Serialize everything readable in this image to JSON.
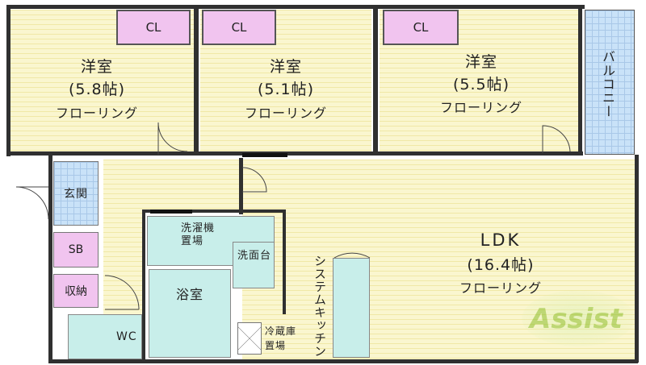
{
  "rooms": {
    "room1": {
      "name": "洋室",
      "size": "(5.8帖)",
      "floor": "フローリング"
    },
    "room2": {
      "name": "洋室",
      "size": "(5.1帖)",
      "floor": "フローリング"
    },
    "room3": {
      "name": "洋室",
      "size": "(5.5帖)",
      "floor": "フローリング"
    },
    "ldk": {
      "name": "LDK",
      "size": "(16.4帖)",
      "floor": "フローリング"
    }
  },
  "closets": [
    "CL",
    "CL",
    "CL"
  ],
  "balcony": "バルコニー",
  "entrance": "玄関",
  "shoe_box": "SB",
  "storage": "収納",
  "washer": "洗濯機\n置場",
  "vanity": "洗面台",
  "bath": "浴室",
  "toilet": "WC",
  "kitchen": "システムキッチン",
  "fridge": "冷蔵庫\n置場",
  "watermark": "Assist",
  "colors": {
    "floor": "#faf6cf",
    "closet": "#f1c4ef",
    "balcony": "#c9e2f8",
    "wet_area": "#c8eeea",
    "wall": "#303030",
    "watermark": "#9ccc3a"
  }
}
